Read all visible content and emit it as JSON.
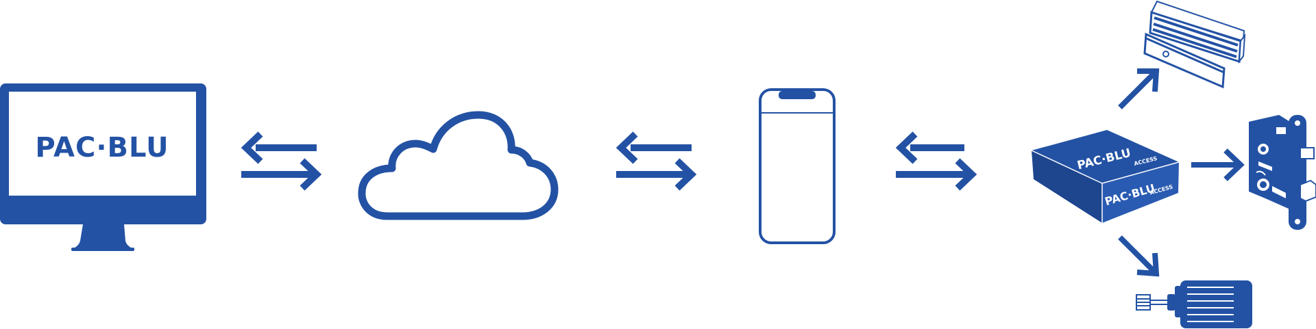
{
  "brand": {
    "color": "#2352a4",
    "background": "#ffffff"
  },
  "computer": {
    "icon": "desktop-monitor-icon",
    "logo_text": "PAC·BLU"
  },
  "cloud": {
    "icon": "cloud-icon"
  },
  "phone": {
    "icon": "smartphone-icon"
  },
  "controller": {
    "icon": "access-controller-icon",
    "logo_top": "PAC·BLU",
    "label_top": "ACCESS",
    "logo_side": "PAC·BLU",
    "label_side": "ACCESS"
  },
  "peripherals": [
    {
      "name": "magnetic-lock",
      "icon": "magnetic-lock-icon"
    },
    {
      "name": "mortise-lock",
      "icon": "mortise-lock-icon"
    },
    {
      "name": "electric-strike",
      "icon": "electric-strike-icon"
    }
  ]
}
